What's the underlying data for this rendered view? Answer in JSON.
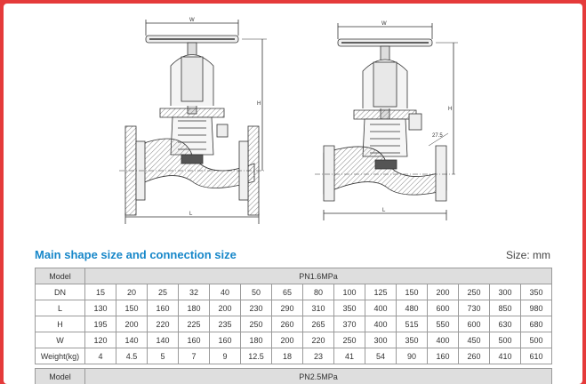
{
  "drawing_labels": {
    "left": {
      "w": "W",
      "h": "H",
      "l": "L"
    },
    "right": {
      "w": "W",
      "h": "H",
      "l": "L",
      "angle": "27.5"
    }
  },
  "section_title": "Main shape size and connection size",
  "unit": "Size: mm",
  "table1": {
    "model_label": "Model",
    "pressure": "PN1.6MPa",
    "rows": [
      {
        "label": "DN",
        "values": [
          "15",
          "20",
          "25",
          "32",
          "40",
          "50",
          "65",
          "80",
          "100",
          "125",
          "150",
          "200",
          "250",
          "300",
          "350"
        ]
      },
      {
        "label": "L",
        "values": [
          "130",
          "150",
          "160",
          "180",
          "200",
          "230",
          "290",
          "310",
          "350",
          "400",
          "480",
          "600",
          "730",
          "850",
          "980"
        ]
      },
      {
        "label": "H",
        "values": [
          "195",
          "200",
          "220",
          "225",
          "235",
          "250",
          "260",
          "265",
          "370",
          "400",
          "515",
          "550",
          "600",
          "630",
          "680"
        ]
      },
      {
        "label": "W",
        "values": [
          "120",
          "140",
          "140",
          "160",
          "160",
          "180",
          "200",
          "220",
          "250",
          "300",
          "350",
          "400",
          "450",
          "500",
          "500"
        ]
      },
      {
        "label": "Weight(kg)",
        "values": [
          "4",
          "4.5",
          "5",
          "7",
          "9",
          "12.5",
          "18",
          "23",
          "41",
          "54",
          "90",
          "160",
          "260",
          "410",
          "610"
        ]
      }
    ]
  },
  "table2": {
    "model_label": "Model",
    "pressure": "PN2.5MPa"
  }
}
